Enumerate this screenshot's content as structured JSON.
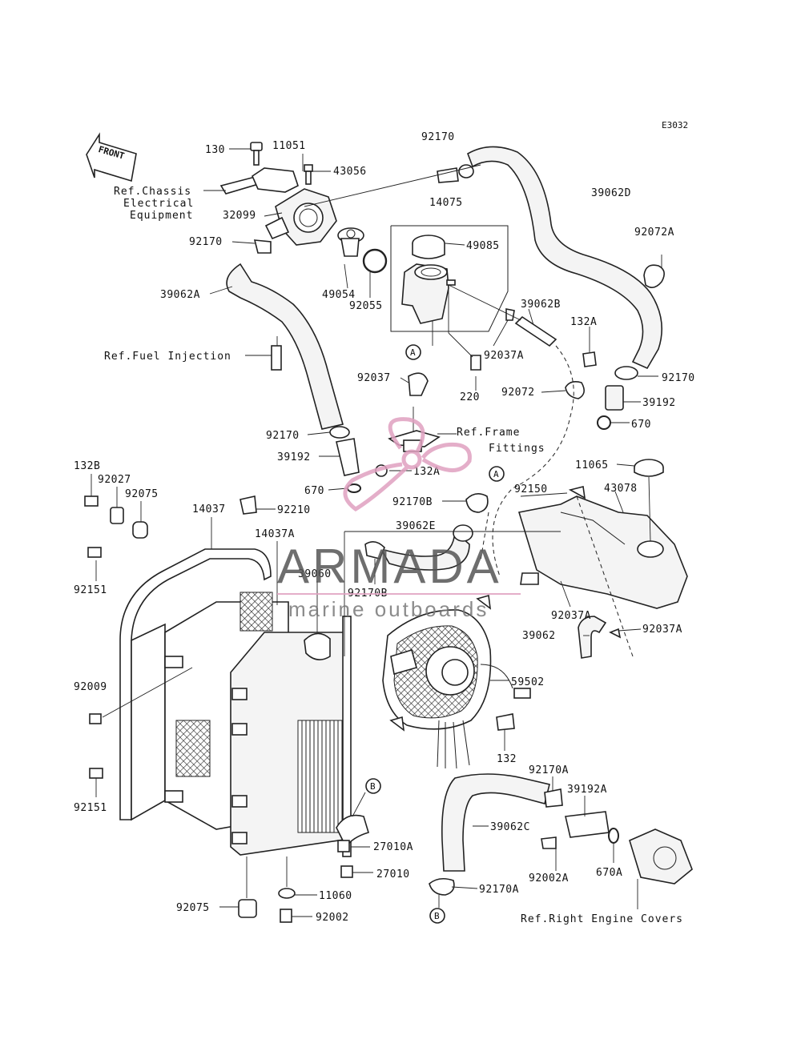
{
  "diagram_code": "E3032",
  "front_label": "FRONT",
  "watermark": {
    "brand": "ARMADA",
    "tagline": "marine outboards",
    "accent_color": "#e0a0c0"
  },
  "references": {
    "chassis": [
      "Ref.Chassis",
      "Electrical",
      "Equipment"
    ],
    "fuel": "Ref.Fuel Injection",
    "frame": [
      "Ref.Frame",
      "Fittings"
    ],
    "engine": "Ref.Right Engine Covers"
  },
  "callouts": {
    "a": "A",
    "b": "B"
  },
  "parts": {
    "p130": "130",
    "p11051": "11051",
    "p43056": "43056",
    "p32099": "32099",
    "p92170_top": "92170",
    "p14075": "14075",
    "p39062D": "39062D",
    "p92072A": "92072A",
    "p92170_left": "92170",
    "p39062A": "39062A",
    "p49054": "49054",
    "p92055": "92055",
    "p49085": "49085",
    "p39062B": "39062B",
    "p132A_top": "132A",
    "p92037A_top": "92037A",
    "p92037": "92037",
    "p220": "220",
    "p92072": "92072",
    "p92170_right": "92170",
    "p39192_right": "39192",
    "p670_right": "670",
    "p92170_mid": "92170",
    "p39192_mid": "39192",
    "p132A_mid": "132A",
    "p670_mid": "670",
    "p92170B_top": "92170B",
    "p92150": "92150",
    "p11065": "11065",
    "p43078": "43078",
    "p132B": "132B",
    "p92027": "92027",
    "p92075_top": "92075",
    "p14037": "14037",
    "p92210": "92210",
    "p14037A": "14037A",
    "p39062E": "39062E",
    "p92151_top": "92151",
    "p39060": "39060",
    "p92170B_bot": "92170B",
    "p92037A_mid": "92037A",
    "p39062": "39062",
    "p92037A_right": "92037A",
    "p92009": "92009",
    "p59502": "59502",
    "p132": "132",
    "p92151_bot": "92151",
    "p92170A_top": "92170A",
    "p39192A": "39192A",
    "p27010A": "27010A",
    "p39062C": "39062C",
    "p27010": "27010",
    "p92002A": "92002A",
    "p670A": "670A",
    "p11060": "11060",
    "p92170A_bot": "92170A",
    "p92075_bot": "92075",
    "p92002": "92002"
  }
}
